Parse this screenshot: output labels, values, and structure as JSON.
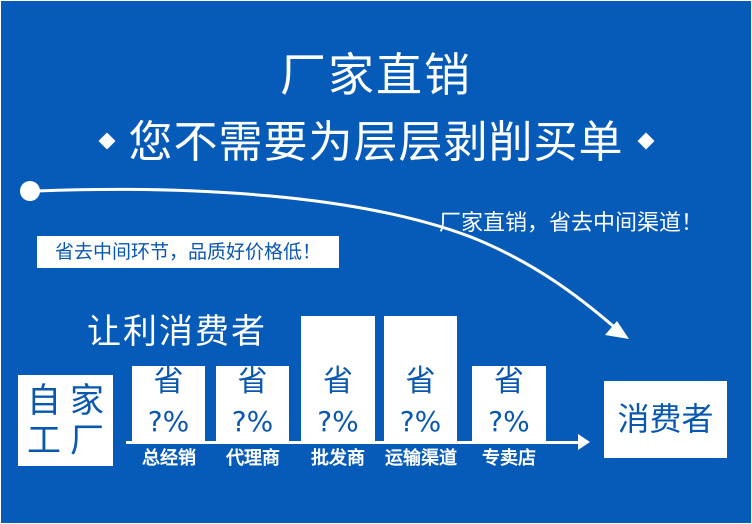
{
  "header": {
    "title": "厂家直销",
    "subtitle": "您不需要为层层剥削买单",
    "bullet_icon": "diamond-icon"
  },
  "notes": {
    "left_pill": "省去中间环节，品质好价格低！",
    "right": "厂家直销，省去中间渠道！"
  },
  "benefit_heading": "让利消费者",
  "factory": {
    "chars": [
      "自",
      "家",
      "工",
      "厂"
    ]
  },
  "channels": [
    {
      "label": "总经销",
      "save": "省",
      "pct": "?%"
    },
    {
      "label": "代理商",
      "save": "省",
      "pct": "?%"
    },
    {
      "label": "批发商",
      "save": "省",
      "pct": "?%"
    },
    {
      "label": "运输渠道",
      "save": "省",
      "pct": "?%"
    },
    {
      "label": "专卖店",
      "save": "省",
      "pct": "?%"
    }
  ],
  "consumer": {
    "label": "消费者"
  },
  "colors": {
    "background": "#065bb9",
    "text_blue": "#0a57b0",
    "white": "#ffffff"
  }
}
